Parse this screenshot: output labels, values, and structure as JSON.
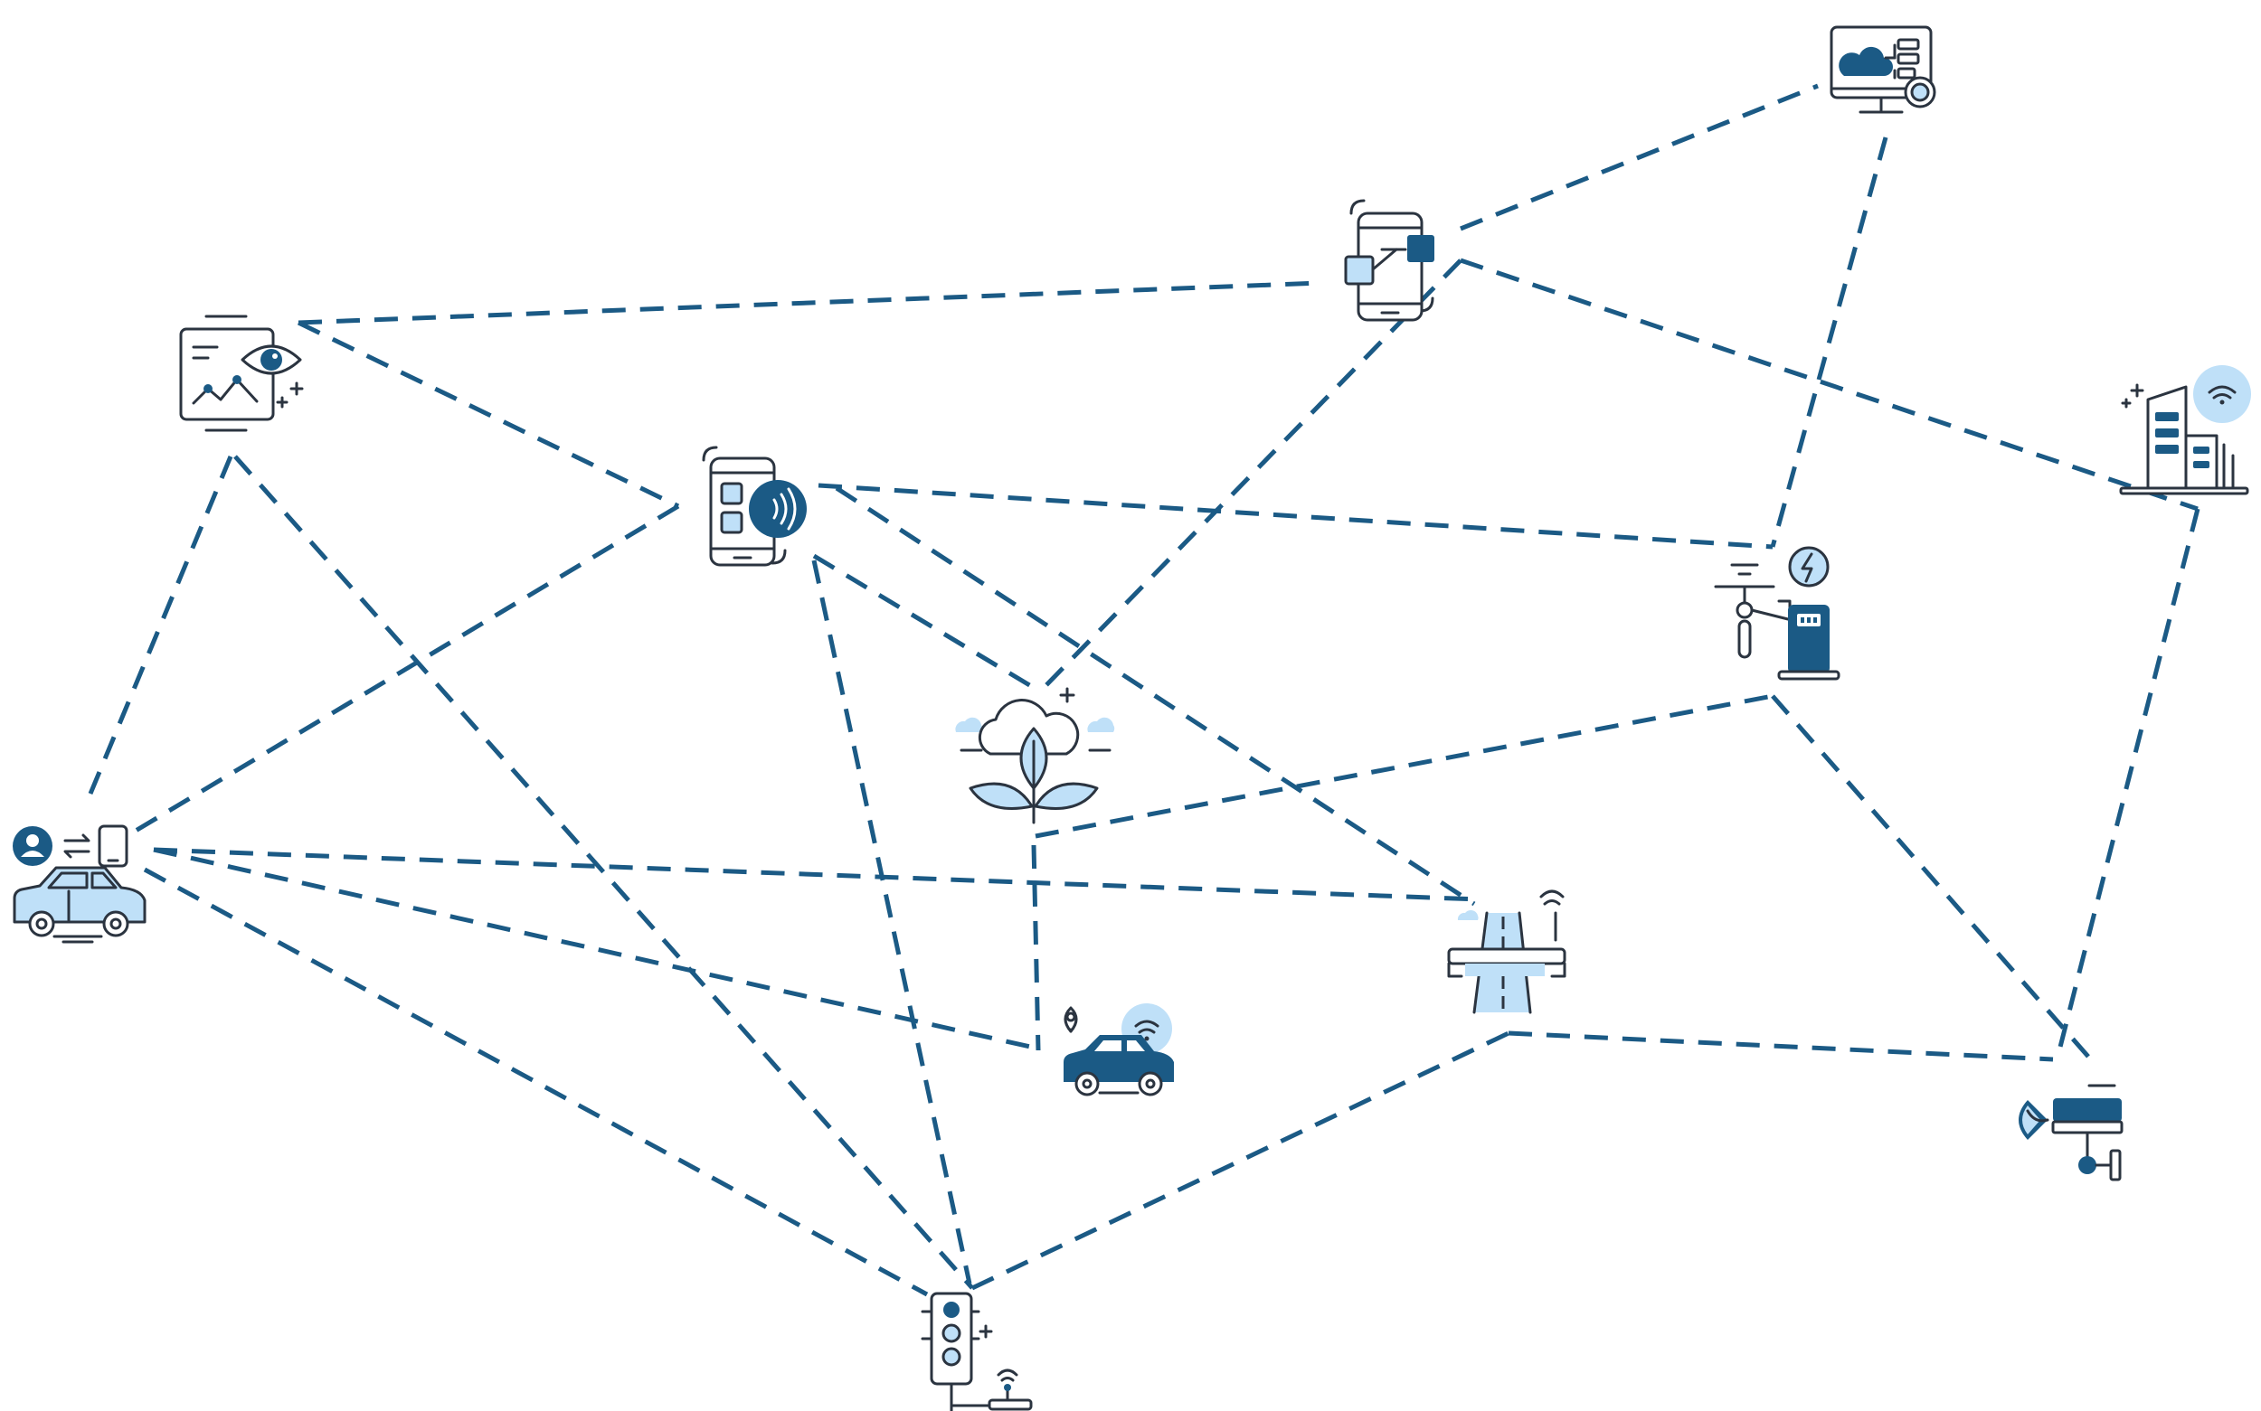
{
  "diagram": {
    "type": "network",
    "line_color": "#1b5a85",
    "accent_light": "#bfe0f8",
    "outline_color": "#2b3440",
    "nodes": [
      {
        "id": "analytics-dashboard",
        "icon": "analytics-eye-icon"
      },
      {
        "id": "cloud-monitor",
        "icon": "cloud-computer-icon"
      },
      {
        "id": "mobile-interface",
        "icon": "phone-interface-icon"
      },
      {
        "id": "mobile-nfc",
        "icon": "phone-nfc-icon"
      },
      {
        "id": "smart-building",
        "icon": "building-wifi-icon"
      },
      {
        "id": "ev-charging",
        "icon": "bike-charging-icon"
      },
      {
        "id": "eco-cloud",
        "icon": "cloud-leaf-icon"
      },
      {
        "id": "car-sharing",
        "icon": "car-phone-user-icon"
      },
      {
        "id": "smart-road",
        "icon": "highway-wifi-icon"
      },
      {
        "id": "connected-car",
        "icon": "car-location-wifi-icon"
      },
      {
        "id": "cctv-camera",
        "icon": "security-camera-icon"
      },
      {
        "id": "traffic-light",
        "icon": "traffic-light-sensor-icon"
      }
    ]
  }
}
